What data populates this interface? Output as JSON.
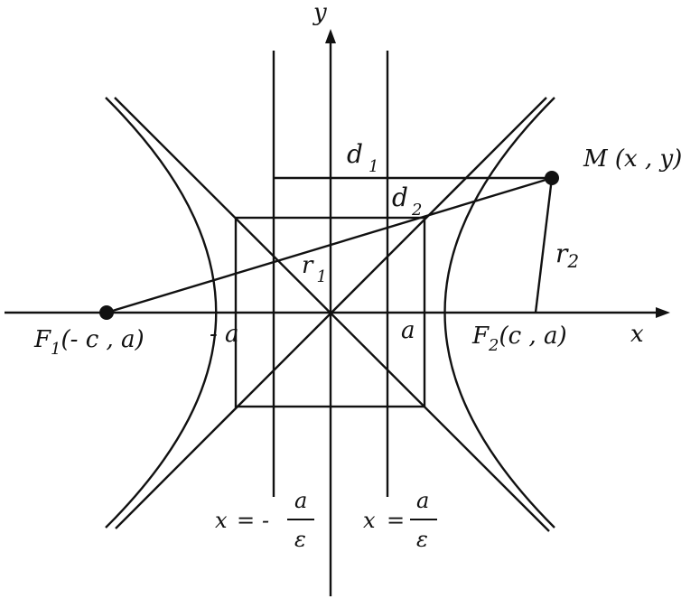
{
  "axes": {
    "x_label": "x",
    "y_label": "y"
  },
  "points": {
    "F1": {
      "letter": "F",
      "sub": "1",
      "coords": "(- c , a)"
    },
    "F2": {
      "letter": "F",
      "sub": "2",
      "coords": "(c , a)"
    },
    "M": {
      "text": "M (x , y)"
    }
  },
  "distances": {
    "d1": {
      "letter": "d",
      "sub": "1"
    },
    "d2": {
      "letter": "d",
      "sub": "2"
    },
    "r1": {
      "letter": "r",
      "sub": "1"
    },
    "r2": {
      "letter": "r",
      "sub": "2"
    }
  },
  "vertices": {
    "left": "- a",
    "right": "a"
  },
  "directrices": {
    "left": {
      "lhs": "x",
      "eq": "=",
      "sign": "-",
      "numerator": "a",
      "denominator": "ε"
    },
    "right": {
      "lhs": "x",
      "eq": "=",
      "numerator": "a",
      "denominator": "ε"
    }
  }
}
